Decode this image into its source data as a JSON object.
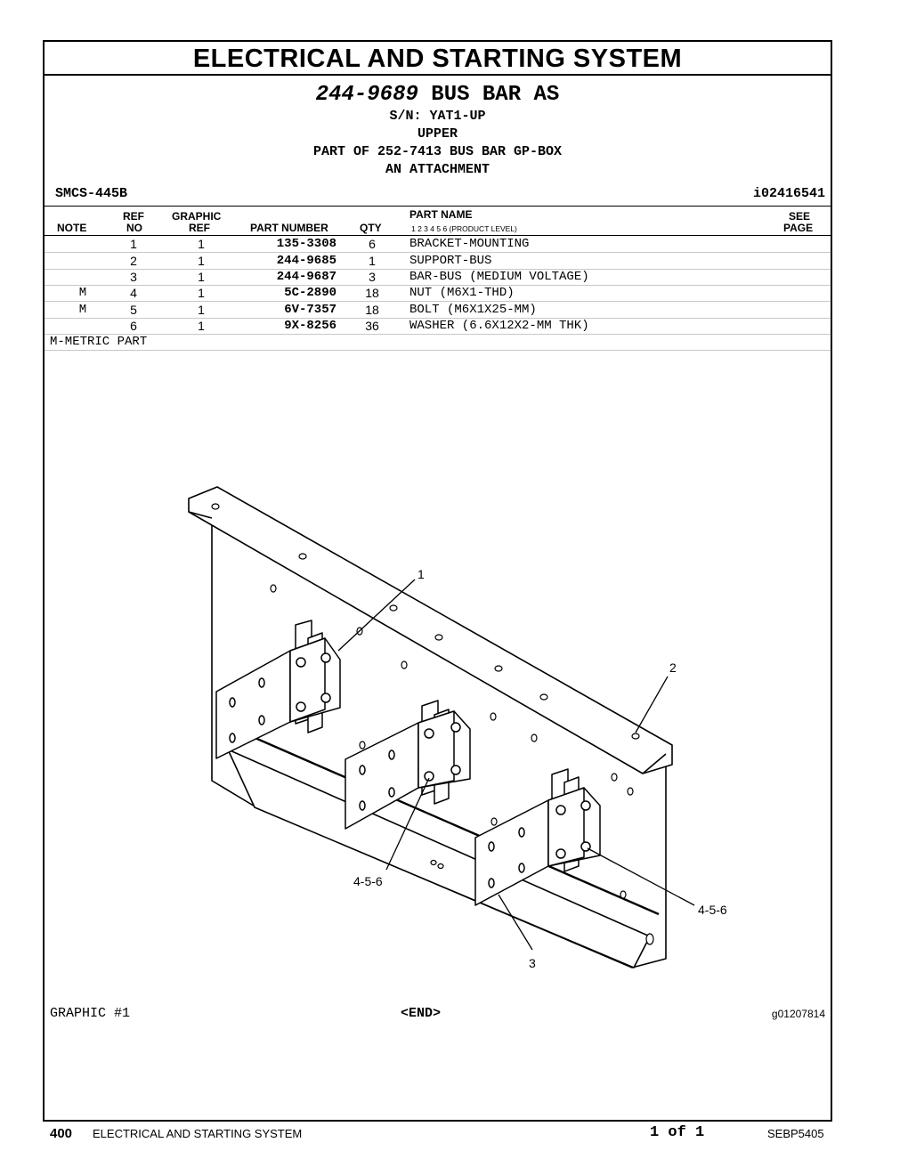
{
  "title": "ELECTRICAL  AND  STARTING  SYSTEM",
  "header": {
    "part_number": "244-9689",
    "part_name": "BUS BAR AS",
    "serial": "S/N: YAT1-UP",
    "position": "UPPER",
    "part_of": "PART OF 252-7413 BUS BAR GP-BOX",
    "attachment": "AN ATTACHMENT",
    "smcs": "SMCS-445B",
    "ident": "i02416541"
  },
  "table": {
    "headers": {
      "note": "NOTE",
      "ref_top": "REF",
      "ref_bottom": "NO",
      "graphic_top": "GRAPHIC",
      "graphic_bottom": "REF",
      "part_number": "PART NUMBER",
      "qty": "QTY",
      "part_name": "PART NAME",
      "levels": "1    2    3    4    5    6    (PRODUCT LEVEL)",
      "see_top": "SEE",
      "see_bottom": "PAGE"
    },
    "rows": [
      {
        "note": "",
        "ref": "1",
        "graphic_ref": "1",
        "part_number": "135-3308",
        "qty": "6",
        "name": "BRACKET-MOUNTING"
      },
      {
        "note": "",
        "ref": "2",
        "graphic_ref": "1",
        "part_number": "244-9685",
        "qty": "1",
        "name": "SUPPORT-BUS"
      },
      {
        "note": "",
        "ref": "3",
        "graphic_ref": "1",
        "part_number": "244-9687",
        "qty": "3",
        "name": "BAR-BUS (MEDIUM VOLTAGE)"
      },
      {
        "note": "M",
        "ref": "4",
        "graphic_ref": "1",
        "part_number": "5C-2890",
        "qty": "18",
        "name": "NUT (M6X1-THD)"
      },
      {
        "note": "M",
        "ref": "5",
        "graphic_ref": "1",
        "part_number": "6V-7357",
        "qty": "18",
        "name": "BOLT (M6X1X25-MM)"
      },
      {
        "note": "",
        "ref": "6",
        "graphic_ref": "1",
        "part_number": "9X-8256",
        "qty": "36",
        "name": "WASHER (6.6X12X2-MM THK)"
      }
    ],
    "note_legend": "M-METRIC PART"
  },
  "graphic": {
    "callouts": [
      "1",
      "2",
      "4-5-6",
      "4-5-6",
      "3"
    ],
    "label": "GRAPHIC #1",
    "end": "<END>",
    "id": "g01207814"
  },
  "footer": {
    "page": "400",
    "section": "ELECTRICAL AND STARTING SYSTEM",
    "page_of": "1 of 1",
    "doc": "SEBP5405"
  }
}
